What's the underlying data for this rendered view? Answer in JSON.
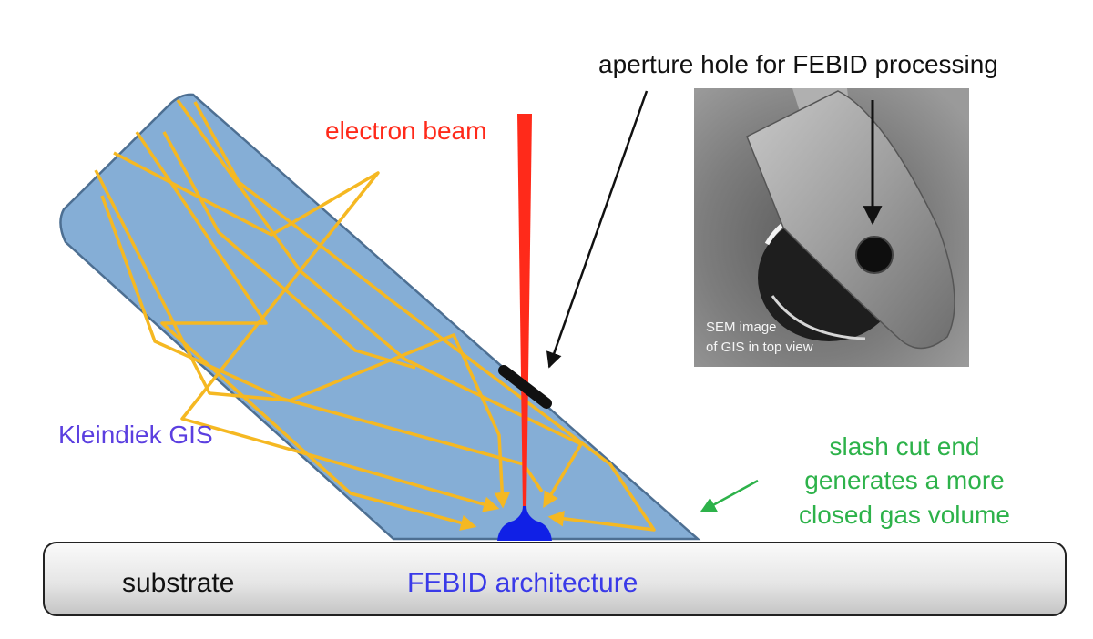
{
  "labels": {
    "electron_beam": "electron beam",
    "aperture": "aperture hole for FEBID processing",
    "gis": "Kleindiek GIS",
    "slash_line1": "slash cut end",
    "slash_line2": "generates a more",
    "slash_line3": "closed gas volume",
    "substrate": "substrate",
    "architecture": "FEBID architecture",
    "sem_line1": "SEM image",
    "sem_line2": "of GIS in top view"
  },
  "colors": {
    "beam": "#ff2a1a",
    "gis_fill": "#85aed6",
    "gis_stroke": "#4d6f92",
    "gas_rays": "#f5b822",
    "deposit": "#1020e6",
    "gis_label": "#5b3fe0",
    "slash_label": "#2db24a",
    "architecture_label": "#3a3ae8",
    "text": "#111111"
  }
}
